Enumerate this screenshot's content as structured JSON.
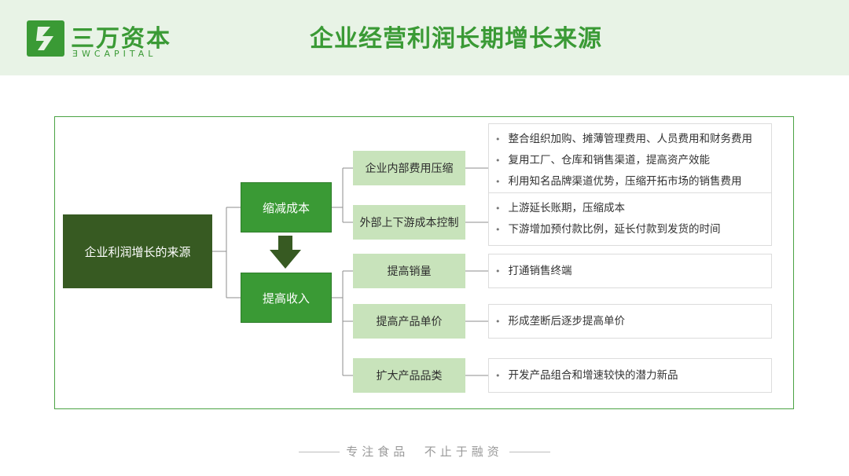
{
  "header": {
    "logo_cn": "三万资本",
    "logo_en": "ƎWCAPITAL",
    "title": "企业经营利润长期增长来源"
  },
  "diagram": {
    "root": "企业利润增长的来源",
    "level1": [
      "缩减成本",
      "提高收入"
    ],
    "level2": [
      "企业内部费用压缩",
      "外部上下游成本控制",
      "提高销量",
      "提高产品单价",
      "扩大产品品类"
    ],
    "details": [
      [
        "整合组织加购、摊薄管理费用、人员费用和财务费用",
        "复用工厂、仓库和销售渠道，提高资产效能",
        "利用知名品牌渠道优势，压缩开拓市场的销售费用"
      ],
      [
        "上游延长账期，压缩成本",
        "下游增加预付款比例，延长付款到发货的时间"
      ],
      [
        "打通销售终端"
      ],
      [
        "形成垄断后逐步提高单价"
      ],
      [
        "开发产品组合和增速较快的潜力新品"
      ]
    ]
  },
  "footer": {
    "slogan": "专注食品  不止于融资"
  },
  "colors": {
    "brand_green": "#3a9a35",
    "dark_green": "#375a22",
    "light_green": "#c8e3bb",
    "header_bg": "#e8f3e6"
  }
}
